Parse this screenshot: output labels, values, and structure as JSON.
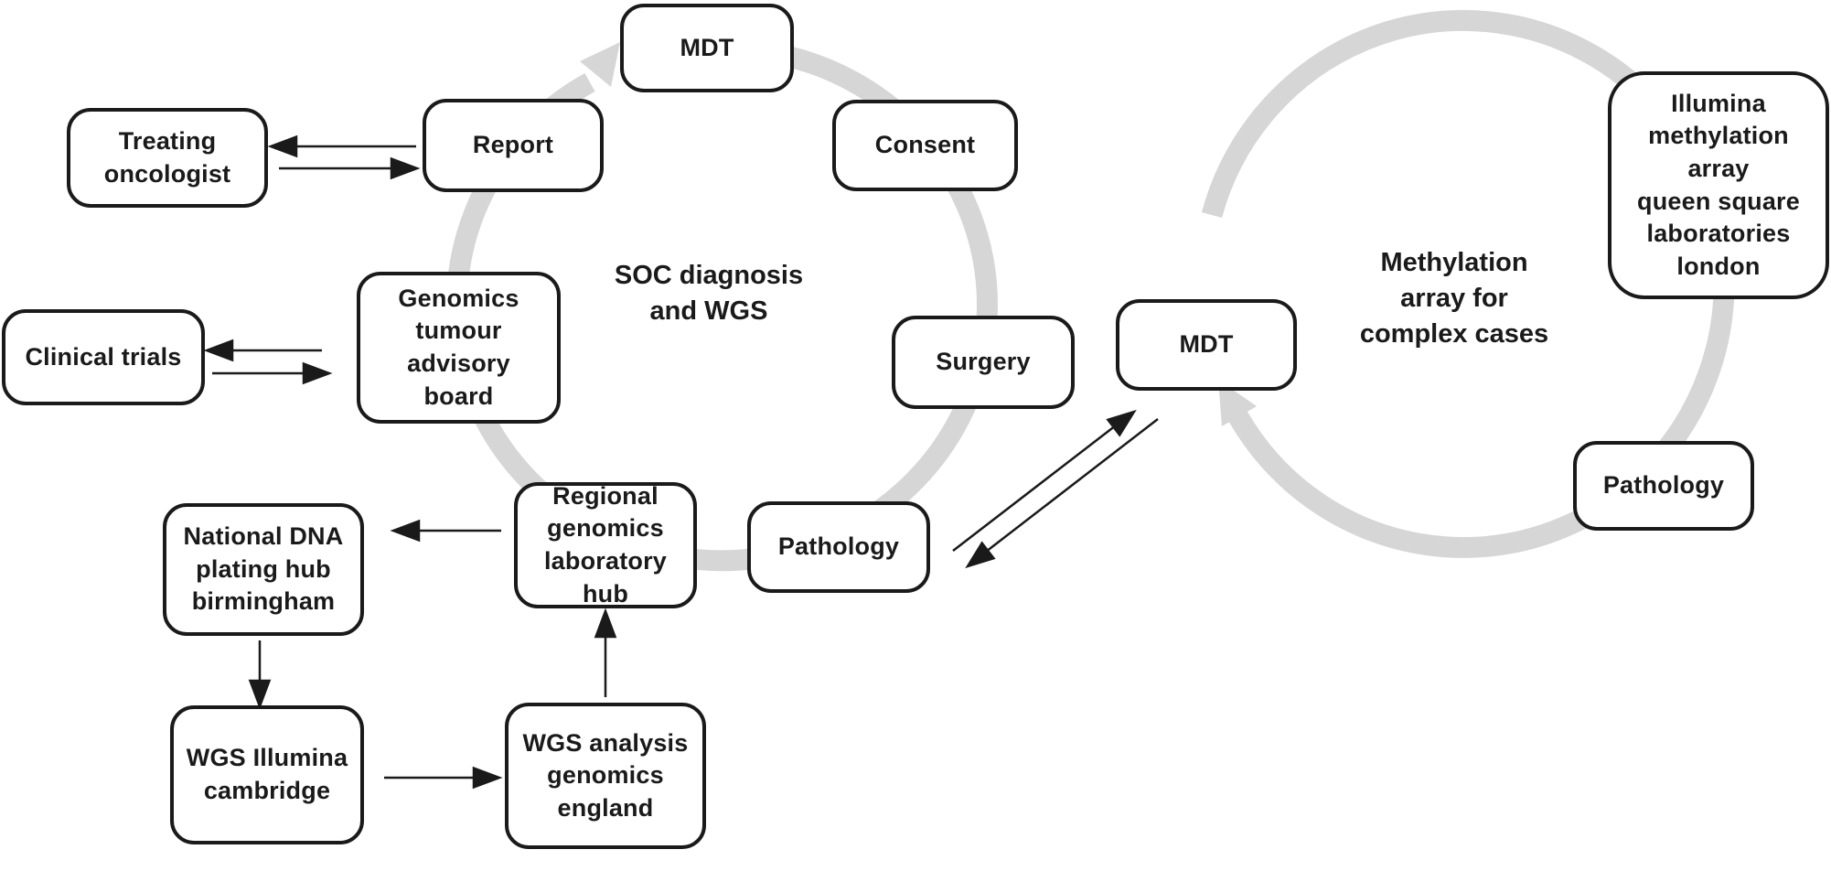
{
  "figure": {
    "cycles": {
      "soc": {
        "label": "SOC diagnosis\nand WGS"
      },
      "methylation": {
        "label": "Methylation\narray for\ncomplex cases"
      }
    },
    "nodes": {
      "mdt_soc": {
        "label": "MDT"
      },
      "consent": {
        "label": "Consent"
      },
      "treating_oncologist": {
        "label": "Treating\noncologist"
      },
      "report": {
        "label": "Report"
      },
      "genomics_tumour_advisory_board": {
        "label": "Genomics\ntumour\nadvisory\nboard"
      },
      "clinical_trials": {
        "label": "Clinical trials"
      },
      "surgery": {
        "label": "Surgery"
      },
      "pathology_soc": {
        "label": "Pathology"
      },
      "regional_genomics_laboratory_hub": {
        "label": "Regional\ngenomics\nlaboratory\nhub"
      },
      "national_dna_plating_hub": {
        "label": "National DNA\nplating hub\nbirmingham"
      },
      "wgs_illumina_cambridge": {
        "label": "WGS Illumina\ncambridge"
      },
      "wgs_analysis_genomics_england": {
        "label": "WGS analysis\ngenomics\nengland"
      },
      "mdt_methylation": {
        "label": "MDT"
      },
      "illumina_methylation_array": {
        "label": "Illumina\nmethylation\narray\nqueen square\nlaboratories\nlondon"
      },
      "pathology_methylation": {
        "label": "Pathology"
      }
    },
    "colors": {
      "ring": "#d6d6d6",
      "border": "#1a1a1a",
      "text": "#1a1a1a",
      "background": "#ffffff"
    }
  }
}
